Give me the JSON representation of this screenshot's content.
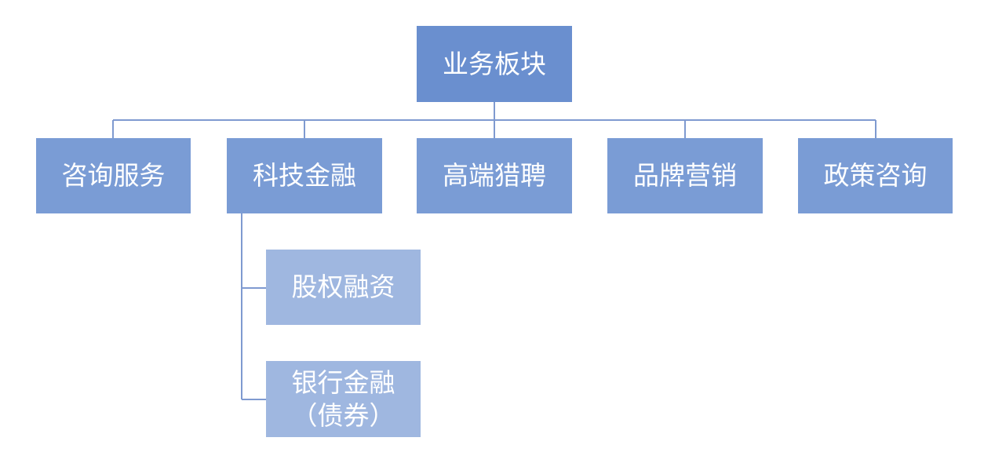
{
  "org_chart": {
    "root": {
      "label": "业务板块"
    },
    "divisions": [
      {
        "label": "咨询服务"
      },
      {
        "label": "科技金融",
        "children": [
          {
            "label": "股权融资"
          },
          {
            "label": "银行金融\n（债券）"
          }
        ]
      },
      {
        "label": "高端猎聘"
      },
      {
        "label": "品牌营销"
      },
      {
        "label": "政策咨询"
      }
    ]
  },
  "colors": {
    "root_fill": "#6a8fcf",
    "division_fill": "#7a9cd5",
    "sub_fill": "#9fb7e0",
    "connector": "#7f9ad0",
    "text": "#ffffff"
  }
}
